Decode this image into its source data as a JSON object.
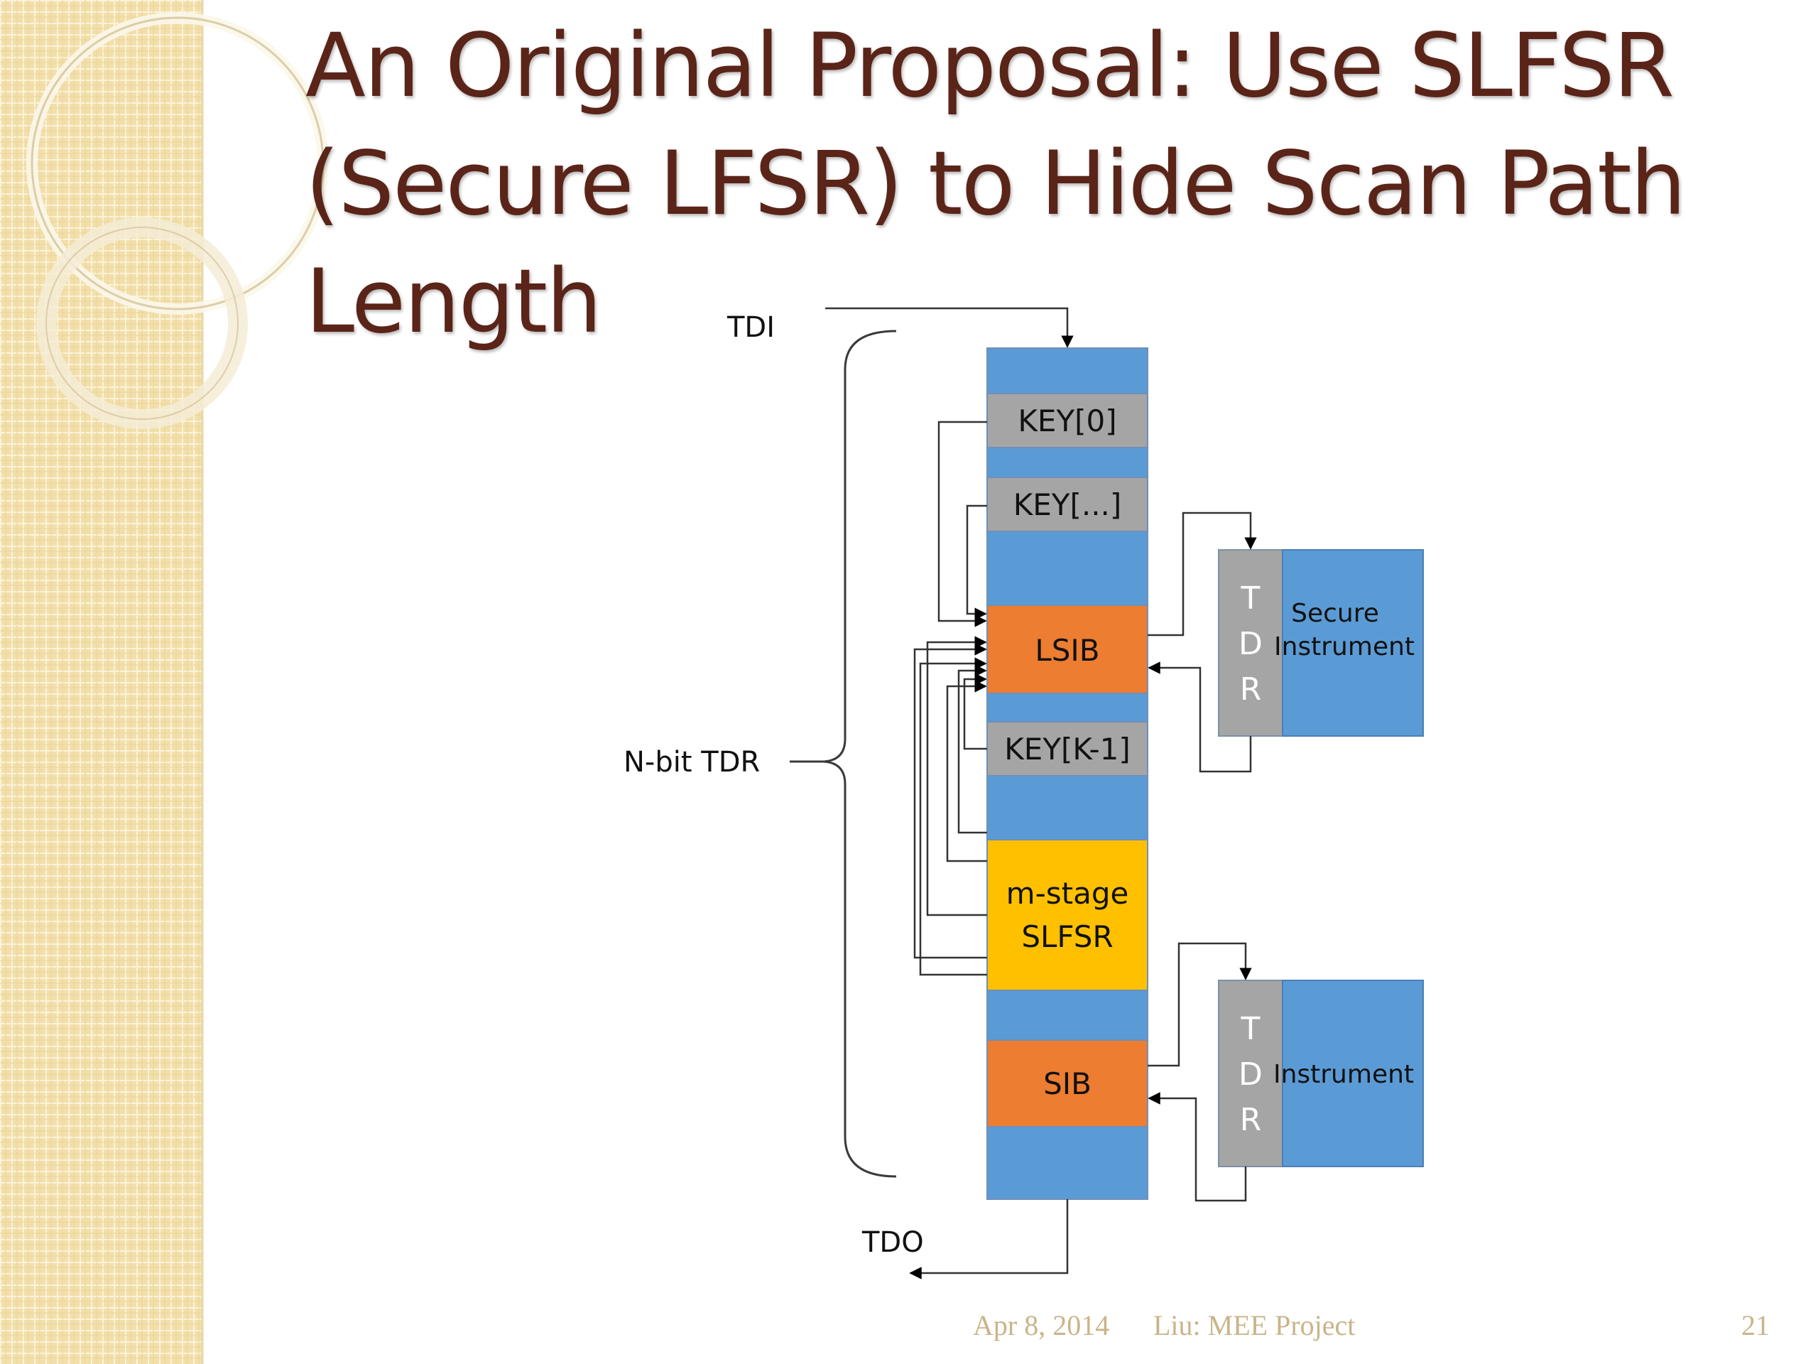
{
  "slide": {
    "title_lines": [
      "An Original Proposal: Use SLFSR",
      "(Secure LFSR) to Hide Scan Path",
      "Length"
    ],
    "footer": {
      "date": "Apr 8, 2014",
      "project": "Liu: MEE Project",
      "page_number": "21"
    }
  },
  "diagram": {
    "tdi_label": "TDI",
    "tdo_label": "TDO",
    "brace_label": "N-bit TDR",
    "blocks": {
      "key0": "KEY[0]",
      "key_mid": "KEY[...]",
      "lsib": "LSIB",
      "key_last": "KEY[K-1]",
      "slfsr_line1": "m-stage",
      "slfsr_line2": "SLFSR",
      "sib": "SIB"
    },
    "instruments": {
      "secure": {
        "tdr_letters": [
          "T",
          "D",
          "R"
        ],
        "name_line1": "Secure",
        "name_line2": "Instrument"
      },
      "plain": {
        "tdr_letters": [
          "T",
          "D",
          "R"
        ],
        "name": "Instrument"
      }
    },
    "colors": {
      "chain_blue": "#5b9bd5",
      "key_gray": "#a5a5a5",
      "sib_orange": "#ed7d31",
      "slfsr_yellow": "#ffc000",
      "title_brown": "#5a2418",
      "sidebar_tan": "#f2dfa9"
    }
  }
}
